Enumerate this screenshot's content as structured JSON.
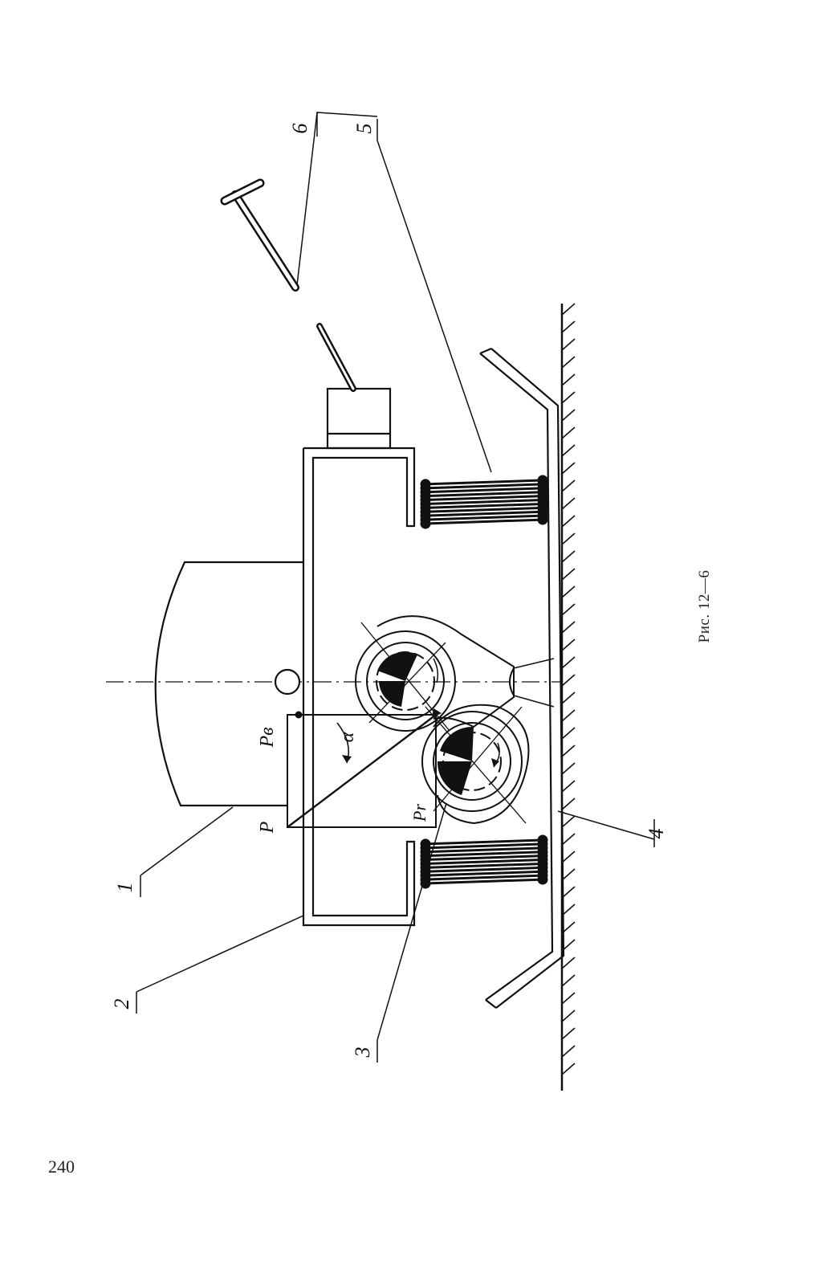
{
  "figure": {
    "caption": "Рис. 12—6",
    "page_number": "240",
    "labels": {
      "l1": "1",
      "l2": "2",
      "l3": "3",
      "l4": "4",
      "l5": "5",
      "l6": "6",
      "p": "P",
      "pb": "Pв",
      "pr": "Pr",
      "alpha": "α"
    }
  }
}
